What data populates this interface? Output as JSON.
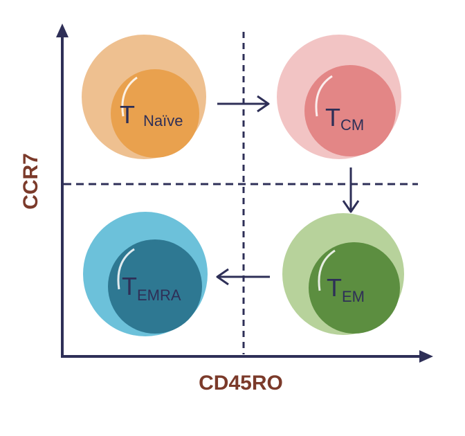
{
  "axes": {
    "x_label": "CD45RO",
    "y_label": "CCR7",
    "label_color": "#7B3A2A",
    "line_color": "#2E2F57"
  },
  "cells": {
    "naive": {
      "letter": "T",
      "subscript": "Naïve",
      "outer_color": "#EEC090",
      "inner_color": "#E9A14E",
      "text_color": "#2E2F57"
    },
    "cm": {
      "letter": "T",
      "subscript": "CM",
      "outer_color": "#F2C4C4",
      "inner_color": "#E38686",
      "text_color": "#2E2F57"
    },
    "emra": {
      "letter": "T",
      "subscript": "EMRA",
      "outer_color": "#6CC1DA",
      "inner_color": "#2E7892",
      "text_color": "#2E2F57"
    },
    "em": {
      "letter": "T",
      "subscript": "EM",
      "outer_color": "#B7D29B",
      "inner_color": "#5C8E40",
      "text_color": "#2E2F57"
    }
  },
  "arrow_color": "#2E2F57"
}
